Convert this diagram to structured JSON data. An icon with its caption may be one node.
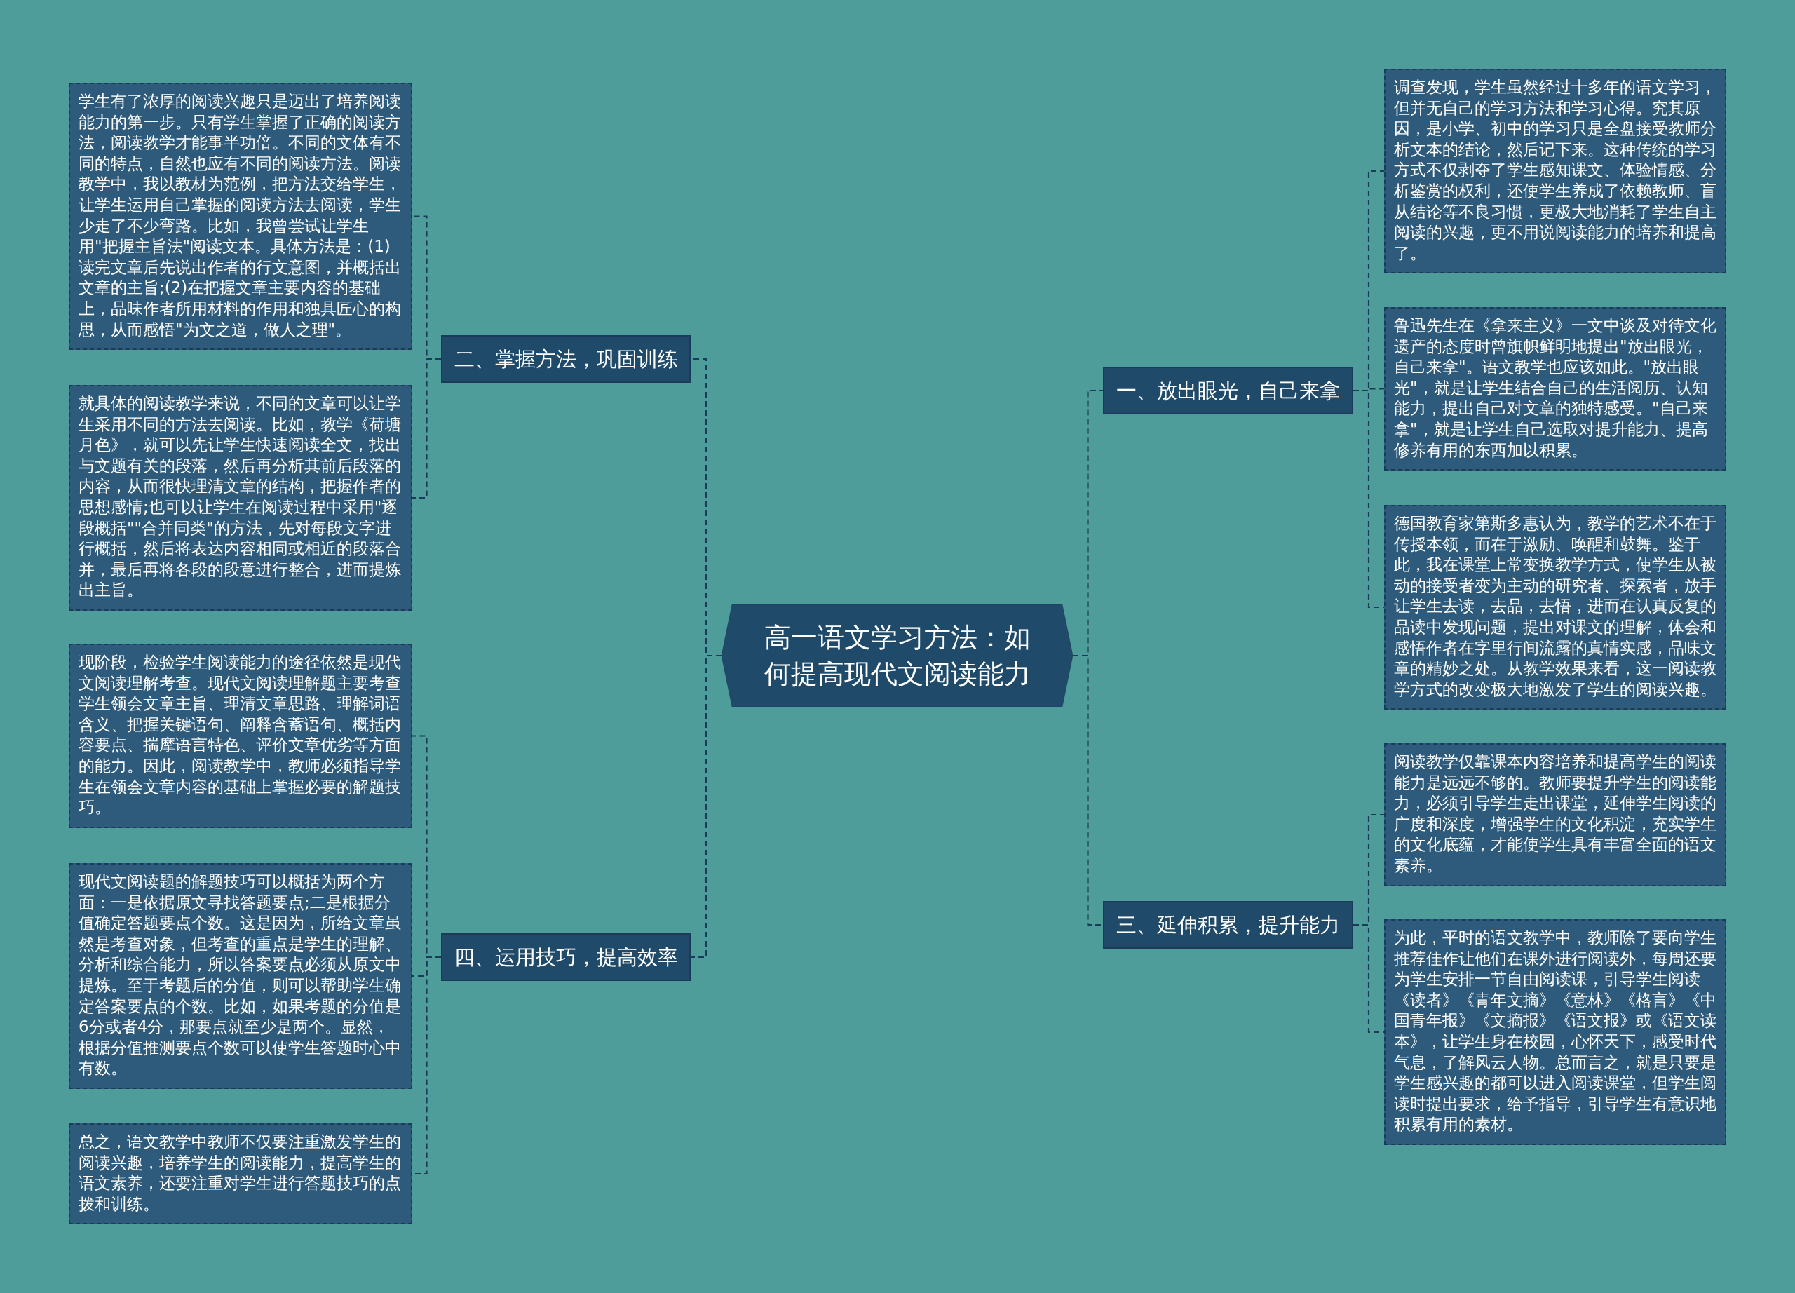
{
  "diagram": {
    "nodes": [
      {
        "text": [
          "高一语文学习方法：如何提高现代文阅读能力"
        ]
      },
      {
        "text": [
          "二、掌握方法，巩固训练"
        ]
      },
      {
        "text": [
          "学生有了浓厚的阅读兴趣只是迈出了培养阅读能力的第一步。只有学生掌握了正确的阅读方法，阅读教学才能事半功倍。不同的文体有不同的特点，自然也应有不同的阅读方法。阅读教学中，我以教材为范例，把方法交给学生，让学生运用自己掌握的阅读方法去阅读，学生少走了不少弯路。比如，我曾尝试让学生用\"把握主旨法\"阅读文本。具体方法是：(1)读完文章后先说出作者的行文意图，并概括出文章的主旨;(2)在把握文章主要内容的基础上，品味作者所用材料的作用和独具匠心的构思，从而感悟\"为文之道，做人之理\"。"
        ]
      },
      {
        "text": [
          "就具体的阅读教学来说，不同的文章可以让学生采用不同的方法去阅读。比如，教学《荷塘月色》，就可以先让学生快速阅读全文，找出与文题有关的段落，然后再分析其前后段落的内容，从而很快理清文章的结构，把握作者的思想感情;也可以让学生在阅读过程中采用\"逐段概括\"\"合并同类\"的方法，先对每段文字进行概括，然后将表达内容相同或相近的段落合并，最后再将各段的段意进行整合，进而提炼出主旨。"
        ]
      },
      {
        "text": [
          "四、运用技巧，提高效率"
        ]
      },
      {
        "text": [
          "现阶段，检验学生阅读能力的途径依然是现代文阅读理解考查。现代文阅读理解题主要考查学生领会文章主旨、理清文章思路、理解词语含义、把握关键语句、阐释含蓄语句、概括内容要点、揣摩语言特色、评价文章优劣等方面的能力。因此，阅读教学中，教师必须指导学生在领会文章内容的基础上掌握必要的解题技巧。"
        ]
      },
      {
        "text": [
          "现代文阅读题的解题技巧可以概括为两个方面：一是依据原文寻找答题要点;二是根据分值确定答题要点个数。这是因为，所给文章虽然是考查对象，但考查的重点是学生的理解、分析和综合能力，所以答案要点必须从原文中提炼。至于考题后的分值，则可以帮助学生确定答案要点的个数。比如，如果考题的分值是6分或者4分，那要点就至少是两个。显然，根据分值推测要点个数可以使学生答题时心中有数。"
        ]
      },
      {
        "text": [
          "总之，语文教学中教师不仅要注重激发学生的阅读兴趣，培养学生的阅读能力，提高学生的语文素养，还要注重对学生进行答题技巧的点拨和训练。"
        ]
      },
      {
        "text": [
          "一、放出眼光，自己来拿"
        ]
      },
      {
        "text": [
          "调查发现，学生虽然经过十多年的语文学习，但并无自己的学习方法和学习心得。究其原因，是小学、初中的学习只是全盘接受教师分析文本的结论，然后记下来。这种传统的学习方式不仅剥夺了学生感知课文、体验情感、分析鉴赏的权利，还使学生养成了依赖教师、盲从结论等不良习惯，更极大地消耗了学生自主阅读的兴趣，更不用说阅读能力的培养和提高了。"
        ]
      },
      {
        "text": [
          "鲁迅先生在《拿来主义》一文中谈及对待文化遗产的态度时曾旗帜鲜明地提出\"放出眼光，自己来拿\"。语文教学也应该如此。\"放出眼光\"，就是让学生结合自己的生活阅历、认知能力，提出自己对文章的独特感受。\"自己来拿\"，就是让学生自己选取对提升能力、提高修养有用的东西加以积累。"
        ]
      },
      {
        "text": [
          "德国教育家第斯多惠认为，教学的艺术不在于传授本领，而在于激励、唤醒和鼓舞。鉴于此，我在课堂上常变换教学方式，使学生从被动的接受者变为主动的研究者、探索者，放手让学生去读，去品，去悟，进而在认真反复的品读中发现问题，提出对课文的理解，体会和感悟作者在字里行间流露的真情实感，品味文章的精妙之处。从教学效果来看，这一阅读教学方式的改变极大地激发了学生的阅读兴趣。"
        ]
      },
      {
        "text": [
          "三、延伸积累，提升能力"
        ]
      },
      {
        "text": [
          "阅读教学仅靠课本内容培养和提高学生的阅读能力是远远不够的。教师要提升学生的阅读能力，必须引导学生走出课堂，延伸学生阅读的广度和深度，增强学生的文化积淀，充实学生的文化底蕴，才能使学生具有丰富全面的语文素养。"
        ]
      },
      {
        "text": [
          "为此，平时的语文教学中，教师除了要向学生推荐佳作让他们在课外进行阅读外，每周还要为学生安排一节自由阅读课，引导学生阅读《读者》《青年文摘》《意林》《格言》《中国青年报》《文摘报》《语文报》或《语文读本》，让学生身在校园，心怀天下，感受时代气息，了解风云人物。总而言之，就是只要是学生感兴趣的都可以进入阅读课堂，但学生阅读时提出要求，给予指导，引导学生有意识地积累有用的素材。"
        ]
      }
    ],
    "edges": [
      {
        "from": 0,
        "to": 1,
        "arrow": "none",
        "style": "dashed"
      },
      {
        "from": 0,
        "to": 4,
        "arrow": "none",
        "style": "dashed"
      },
      {
        "from": 0,
        "to": 8,
        "arrow": "none",
        "style": "dashed"
      },
      {
        "from": 0,
        "to": 12,
        "arrow": "none",
        "style": "dashed"
      },
      {
        "from": 1,
        "to": 2,
        "arrow": "none",
        "style": "dashed"
      },
      {
        "from": 1,
        "to": 3,
        "arrow": "none",
        "style": "dashed"
      },
      {
        "from": 4,
        "to": 5,
        "arrow": "none",
        "style": "dashed"
      },
      {
        "from": 4,
        "to": 6,
        "arrow": "none",
        "style": "dashed"
      },
      {
        "from": 4,
        "to": 7,
        "arrow": "none",
        "style": "dashed"
      },
      {
        "from": 8,
        "to": 9,
        "arrow": "none",
        "style": "dashed"
      },
      {
        "from": 8,
        "to": 10,
        "arrow": "none",
        "style": "dashed"
      },
      {
        "from": 8,
        "to": 11,
        "arrow": "none",
        "style": "dashed"
      },
      {
        "from": 12,
        "to": 13,
        "arrow": "none",
        "style": "dashed"
      },
      {
        "from": 12,
        "to": 14,
        "arrow": "none",
        "style": "dashed"
      }
    ]
  }
}
